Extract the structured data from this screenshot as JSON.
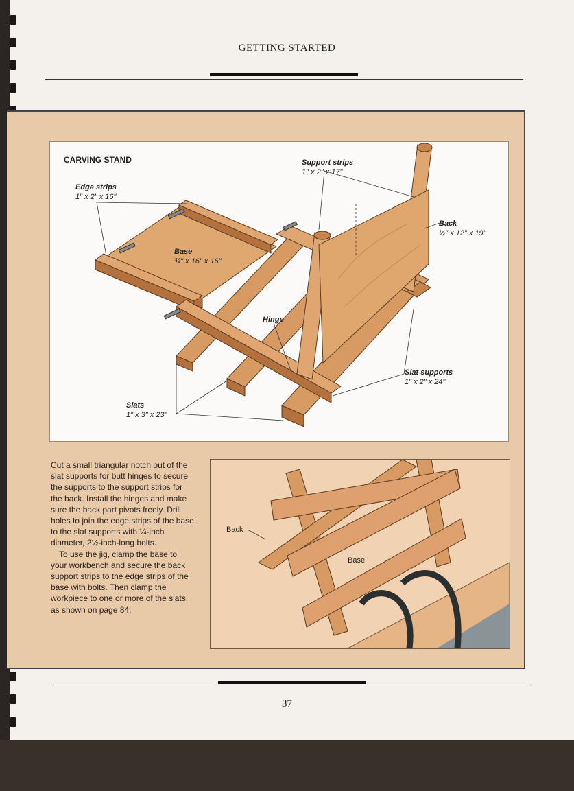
{
  "header": {
    "title": "GETTING STARTED"
  },
  "figure": {
    "title": "CARVING STAND",
    "labels": {
      "edge_strips_name": "Edge strips",
      "edge_strips_dims": "1\" x 2\" x 16\"",
      "support_strips_name": "Support strips",
      "support_strips_dims": "1\" x 2\" x 17\"",
      "back_name": "Back",
      "back_dims": "½\" x 12\" x 19\"",
      "base_name": "Base",
      "base_dims": "¾\" x 16\" x 16\"",
      "hinge_name": "Hinge",
      "slat_supports_name": "Slat supports",
      "slat_supports_dims": "1\" x 2\" x 24\"",
      "slats_name": "Slats",
      "slats_dims": "1\" x 3\" x 23\""
    },
    "photo_labels": {
      "back": "Back",
      "base": "Base"
    }
  },
  "caption": {
    "paragraph1": "Cut a small triangular notch out of the slat supports for butt hinges to secure the supports to the support strips for the back. Install the hinges and make sure the back part pivots freely. Drill holes to join the edge strips of the base to the slat supports with ¼-inch diameter, 2½-inch-long bolts.",
    "paragraph2": "To use the jig, clamp the base to your workbench and secure the back support strips to the edge strips of the base with bolts. Then clamp the workpiece to one or more of the slats, as shown on page 84."
  },
  "footer": {
    "page_number": "37"
  },
  "colors": {
    "panel": "#e8c9a8",
    "wood": "#d89a63",
    "wood_dark": "#b3713e",
    "paper": "#f4f1ec"
  }
}
